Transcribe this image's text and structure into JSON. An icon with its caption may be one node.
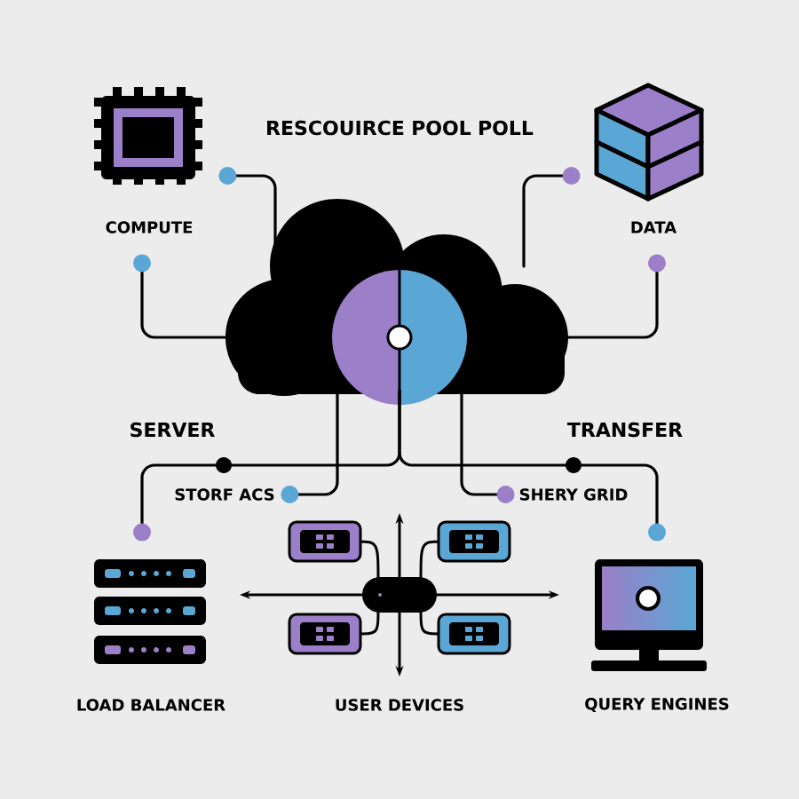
{
  "diagram": {
    "title": "RESCOUIRCE POOL POLL",
    "nodes": [
      {
        "text": [
          "COMPUTE"
        ]
      },
      {
        "text": [
          "DATA"
        ]
      },
      {
        "text": [],
        "shape": "cloud"
      },
      {
        "text": [
          "STORF ACS"
        ]
      },
      {
        "text": [
          "SHERY GRID"
        ]
      },
      {
        "text": [
          "LOAD BALANCER"
        ]
      },
      {
        "text": [
          "USER DEVICES"
        ]
      },
      {
        "text": [
          "QUERY ENGINES"
        ]
      }
    ],
    "edges": [
      {
        "from": 2,
        "to": 0,
        "arrow": "other"
      },
      {
        "from": 2,
        "to": 0,
        "arrow": "other"
      },
      {
        "from": 2,
        "to": 1,
        "arrow": "other"
      },
      {
        "from": 2,
        "to": 1,
        "arrow": "other"
      },
      {
        "from": 2,
        "to": 3,
        "arrow": "other"
      },
      {
        "from": 2,
        "to": 4,
        "arrow": "other"
      },
      {
        "from": 2,
        "to": 5,
        "arrow": "other"
      },
      {
        "from": 2,
        "to": 7,
        "arrow": "other"
      }
    ],
    "labels": [
      "SERVER",
      "TRANSFER"
    ]
  }
}
